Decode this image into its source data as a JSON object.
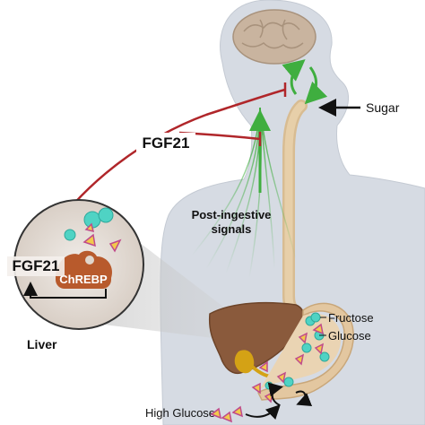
{
  "labels": {
    "fgf21_upper": "FGF21",
    "fgf21_lower": "FGF21",
    "chrebp": "ChREBP",
    "liver": "Liver",
    "sugar": "Sugar",
    "post_ingestive_line1": "Post-ingestive",
    "post_ingestive_line2": "signals",
    "fructose": "Fructose",
    "glucose": "Glucose",
    "high_glucose": "High Glucose"
  },
  "colors": {
    "background": "#ffffff",
    "body": "#d6dbe3",
    "body_outline": "#c4cad3",
    "brain": "#c9b49f",
    "esophagus": "#e7cfa9",
    "liver": "#8a5a3c",
    "gallbladder": "#d4a215",
    "stomach": "#e3c7a0",
    "chrebp": "#b85a2c",
    "fgf21_line": "#b0262a",
    "green": "#3fae3f",
    "cyan": "#4fd3c4",
    "sugar_triangle": "#f2c94c",
    "sugar_triangle_edge": "#c04a8a",
    "text": "#111111"
  },
  "icons": {
    "brain": "brain-icon",
    "liver": "liver-icon",
    "stomach": "stomach-icon",
    "chrebp": "chrebp-protein-icon",
    "zoom": "liver-zoom-circle"
  }
}
